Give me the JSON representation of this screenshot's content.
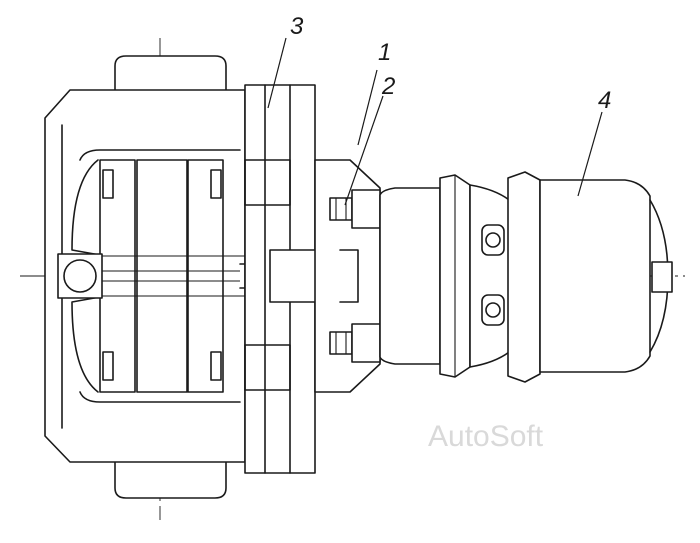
{
  "callouts": [
    {
      "id": "1",
      "label": "1"
    },
    {
      "id": "2",
      "label": "2"
    },
    {
      "id": "3",
      "label": "3"
    },
    {
      "id": "4",
      "label": "4"
    }
  ],
  "watermark": "AutoSoft",
  "colors": {
    "line": "#1a1a1a",
    "background": "#ffffff",
    "watermark": "#d9d9d9"
  }
}
